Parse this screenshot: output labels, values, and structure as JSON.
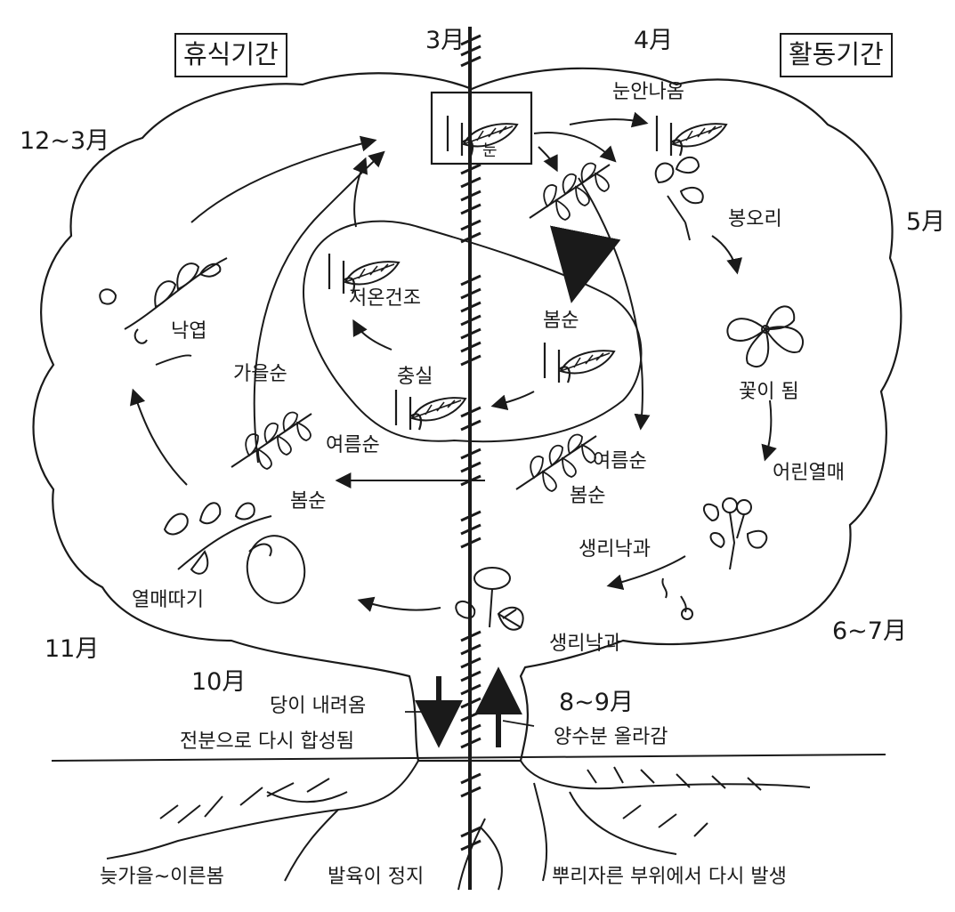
{
  "periods": {
    "dormant": "휴식기간",
    "active": "활동기간"
  },
  "months": {
    "mar": "3月",
    "apr": "4月",
    "may": "5月",
    "jun_jul": "6~7月",
    "aug_sep": "8~9月",
    "oct": "10月",
    "nov": "11月",
    "dec_mar": "12~3月"
  },
  "stages": {
    "bud": "눈",
    "bud_break": "눈안나옴",
    "flower_bud": "봉오리",
    "bloom": "꽃이 됨",
    "young_fruit": "어린열매",
    "june_drop_upper": "생리낙과",
    "june_drop_lower": "생리낙과",
    "summer_shoot_right": "여름순",
    "spring_shoot_right": "봄순",
    "spring_shoot_inner": "봄순",
    "maturation": "충실",
    "low_temp_dry": "저온건조",
    "autumn_shoot": "가을순",
    "summer_shoot_left": "여름순",
    "spring_shoot_left": "봄순",
    "harvest": "열매따기",
    "leaf_fall": "낙엽"
  },
  "trunk": {
    "sugar_down": "당이 내려옴",
    "starch_resynth": "전분으로 다시 합성됨",
    "water_up": "양수분 올라감"
  },
  "roots": {
    "late_autumn": "늦가을~이른봄",
    "growth_stop": "발육이 정지",
    "root_regrow": "뿌리자른 부위에서 다시 발생"
  }
}
